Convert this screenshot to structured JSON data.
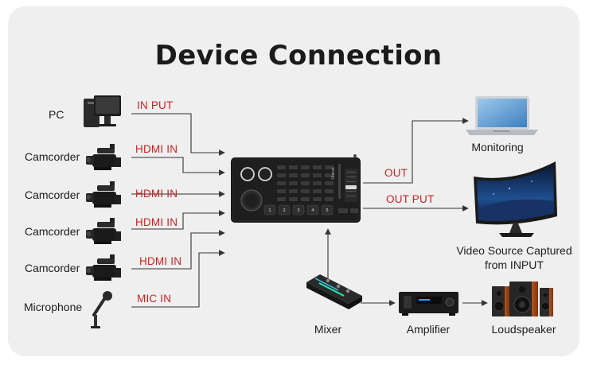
{
  "title": "Device Connection",
  "inputs": [
    {
      "device": "PC",
      "signal": "IN PUT",
      "icon": "pc-monitor-icon"
    },
    {
      "device": "Camcorder",
      "signal": "HDMI IN",
      "icon": "camcorder-icon"
    },
    {
      "device": "Camcorder",
      "signal": "HDMI IN",
      "icon": "camcorder-icon"
    },
    {
      "device": "Camcorder",
      "signal": "HDMI IN",
      "icon": "camcorder-icon"
    },
    {
      "device": "Camcorder",
      "signal": "HDMI IN",
      "icon": "camcorder-icon"
    },
    {
      "device": "Microphone",
      "signal": "MIC IN",
      "icon": "microphone-icon"
    }
  ],
  "outputs": [
    {
      "device": "Monitoring",
      "signal": "OUT",
      "icon": "laptop-icon"
    },
    {
      "device": "Video Source Captured from INPUT",
      "signal": "OUT PUT",
      "icon": "curved-monitor-icon"
    }
  ],
  "audio_chain": [
    {
      "device": "Mixer",
      "icon": "mixer-icon"
    },
    {
      "device": "Amplifier",
      "icon": "amplifier-icon"
    },
    {
      "device": "Loudspeaker",
      "icon": "loudspeaker-icon"
    }
  ],
  "switcher": {
    "brand": "Ulanzi",
    "buttons": [
      "1",
      "2",
      "3",
      "4",
      "5"
    ]
  },
  "colors": {
    "signal_label": "#d02020",
    "wire": "#333333",
    "background": "#efeff0"
  }
}
